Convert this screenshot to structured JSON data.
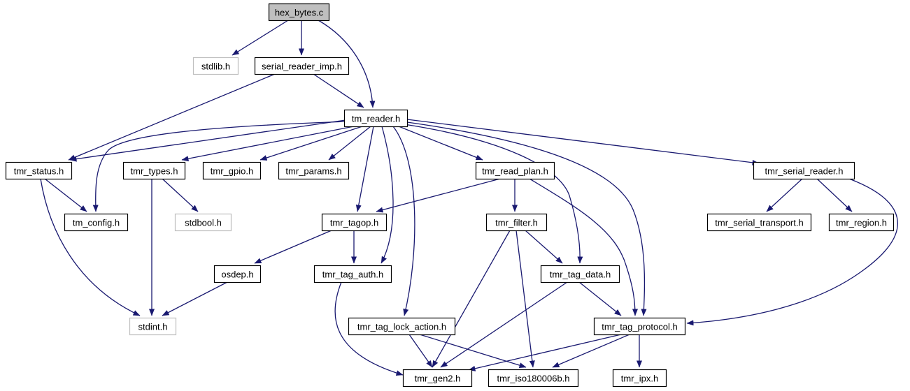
{
  "colors": {
    "edge": "#191970",
    "node_border": "#000000",
    "node_border_external": "#bfbfbf",
    "node_fill": "#ffffff",
    "root_fill": "#bfbfbf",
    "text": "#000000"
  },
  "graph": {
    "root": "hex_bytes.c",
    "nodes": [
      {
        "id": "hex_bytes",
        "label": "hex_bytes.c",
        "kind": "root"
      },
      {
        "id": "stdlib",
        "label": "stdlib.h",
        "kind": "external"
      },
      {
        "id": "serial_reader_imp",
        "label": "serial_reader_imp.h",
        "kind": "internal"
      },
      {
        "id": "tm_reader",
        "label": "tm_reader.h",
        "kind": "internal"
      },
      {
        "id": "tmr_status",
        "label": "tmr_status.h",
        "kind": "internal"
      },
      {
        "id": "tmr_types",
        "label": "tmr_types.h",
        "kind": "internal"
      },
      {
        "id": "tmr_gpio",
        "label": "tmr_gpio.h",
        "kind": "internal"
      },
      {
        "id": "tmr_params",
        "label": "tmr_params.h",
        "kind": "internal"
      },
      {
        "id": "tmr_read_plan",
        "label": "tmr_read_plan.h",
        "kind": "internal"
      },
      {
        "id": "tmr_serial_reader",
        "label": "tmr_serial_reader.h",
        "kind": "internal"
      },
      {
        "id": "tm_config",
        "label": "tm_config.h",
        "kind": "internal"
      },
      {
        "id": "stdbool",
        "label": "stdbool.h",
        "kind": "external"
      },
      {
        "id": "tmr_tagop",
        "label": "tmr_tagop.h",
        "kind": "internal"
      },
      {
        "id": "tmr_filter",
        "label": "tmr_filter.h",
        "kind": "internal"
      },
      {
        "id": "tmr_serial_transport",
        "label": "tmr_serial_transport.h",
        "kind": "internal"
      },
      {
        "id": "tmr_region",
        "label": "tmr_region.h",
        "kind": "internal"
      },
      {
        "id": "osdep",
        "label": "osdep.h",
        "kind": "internal"
      },
      {
        "id": "tmr_tag_auth",
        "label": "tmr_tag_auth.h",
        "kind": "internal"
      },
      {
        "id": "tmr_tag_data",
        "label": "tmr_tag_data.h",
        "kind": "internal"
      },
      {
        "id": "stdint",
        "label": "stdint.h",
        "kind": "external"
      },
      {
        "id": "tmr_tag_lock_action",
        "label": "tmr_tag_lock_action.h",
        "kind": "internal"
      },
      {
        "id": "tmr_tag_protocol",
        "label": "tmr_tag_protocol.h",
        "kind": "internal"
      },
      {
        "id": "tmr_gen2",
        "label": "tmr_gen2.h",
        "kind": "internal"
      },
      {
        "id": "tmr_iso180006b",
        "label": "tmr_iso180006b.h",
        "kind": "internal"
      },
      {
        "id": "tmr_ipx",
        "label": "tmr_ipx.h",
        "kind": "internal"
      }
    ],
    "edges": [
      {
        "from": "hex_bytes",
        "to": "stdlib"
      },
      {
        "from": "hex_bytes",
        "to": "serial_reader_imp"
      },
      {
        "from": "hex_bytes",
        "to": "tm_reader"
      },
      {
        "from": "serial_reader_imp",
        "to": "tmr_status"
      },
      {
        "from": "serial_reader_imp",
        "to": "tm_reader"
      },
      {
        "from": "tm_reader",
        "to": "tmr_status"
      },
      {
        "from": "tm_reader",
        "to": "tm_config"
      },
      {
        "from": "tm_reader",
        "to": "tmr_types"
      },
      {
        "from": "tm_reader",
        "to": "tmr_gpio"
      },
      {
        "from": "tm_reader",
        "to": "tmr_params"
      },
      {
        "from": "tm_reader",
        "to": "tmr_tagop"
      },
      {
        "from": "tm_reader",
        "to": "tmr_tag_auth"
      },
      {
        "from": "tm_reader",
        "to": "tmr_tag_lock_action"
      },
      {
        "from": "tm_reader",
        "to": "tmr_read_plan"
      },
      {
        "from": "tm_reader",
        "to": "tmr_tag_data"
      },
      {
        "from": "tm_reader",
        "to": "tmr_tag_protocol"
      },
      {
        "from": "tm_reader",
        "to": "tmr_serial_reader"
      },
      {
        "from": "tmr_status",
        "to": "tm_config"
      },
      {
        "from": "tmr_status",
        "to": "stdint"
      },
      {
        "from": "tmr_types",
        "to": "stdbool"
      },
      {
        "from": "tmr_types",
        "to": "stdint"
      },
      {
        "from": "tmr_read_plan",
        "to": "tmr_tagop"
      },
      {
        "from": "tmr_read_plan",
        "to": "tmr_filter"
      },
      {
        "from": "tmr_read_plan",
        "to": "tmr_tag_protocol"
      },
      {
        "from": "tmr_serial_reader",
        "to": "tmr_serial_transport"
      },
      {
        "from": "tmr_serial_reader",
        "to": "tmr_region"
      },
      {
        "from": "tmr_serial_reader",
        "to": "tmr_tag_protocol"
      },
      {
        "from": "tmr_tagop",
        "to": "osdep"
      },
      {
        "from": "tmr_tagop",
        "to": "tmr_tag_auth"
      },
      {
        "from": "tmr_filter",
        "to": "tmr_tag_data"
      },
      {
        "from": "tmr_filter",
        "to": "tmr_gen2"
      },
      {
        "from": "tmr_filter",
        "to": "tmr_iso180006b"
      },
      {
        "from": "osdep",
        "to": "stdint"
      },
      {
        "from": "tmr_tag_auth",
        "to": "tmr_gen2"
      },
      {
        "from": "tmr_tag_data",
        "to": "tmr_tag_protocol"
      },
      {
        "from": "tmr_tag_data",
        "to": "tmr_gen2"
      },
      {
        "from": "tmr_tag_lock_action",
        "to": "tmr_gen2"
      },
      {
        "from": "tmr_tag_lock_action",
        "to": "tmr_iso180006b"
      },
      {
        "from": "tmr_tag_protocol",
        "to": "tmr_gen2"
      },
      {
        "from": "tmr_tag_protocol",
        "to": "tmr_iso180006b"
      },
      {
        "from": "tmr_tag_protocol",
        "to": "tmr_ipx"
      }
    ]
  }
}
